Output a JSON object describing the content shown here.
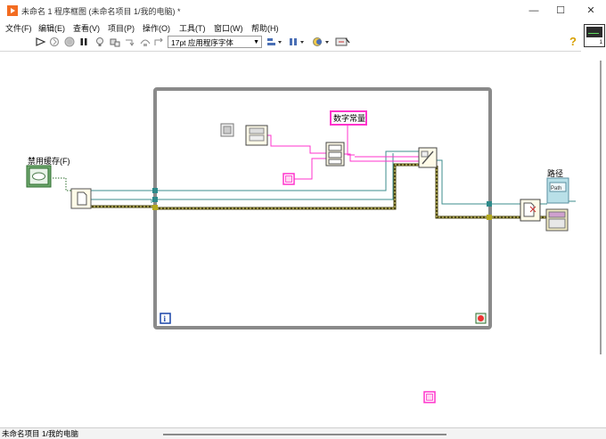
{
  "window": {
    "title": "未命名 1 程序框图 (未命名项目 1/我的电脑) *",
    "minimize_glyph": "—",
    "maximize_glyph": "☐",
    "close_glyph": "✕"
  },
  "menu": {
    "items": [
      "文件(F)",
      "编辑(E)",
      "查看(V)",
      "项目(P)",
      "操作(O)",
      "工具(T)",
      "窗口(W)",
      "帮助(H)"
    ]
  },
  "toolbar": {
    "font_label": "17pt 应用程序字体",
    "help_glyph": "?"
  },
  "vi_icon": {
    "number": "1"
  },
  "diagram": {
    "disable_cache_label": "禁用缓存(F)",
    "numeric_constant_label": "数字常量",
    "path_label": "路径",
    "path_text": "Path",
    "iteration_terminal": "i"
  },
  "colors": {
    "loop_border": "#8a8a8a",
    "teal_wire": "#3c8e8e",
    "pink_wire": "#ff33cc",
    "error_wire_light": "#c9c263",
    "boolean_green": "#2c6e2c"
  },
  "status": {
    "project_path": "未命名项目 1/我的电脑"
  }
}
